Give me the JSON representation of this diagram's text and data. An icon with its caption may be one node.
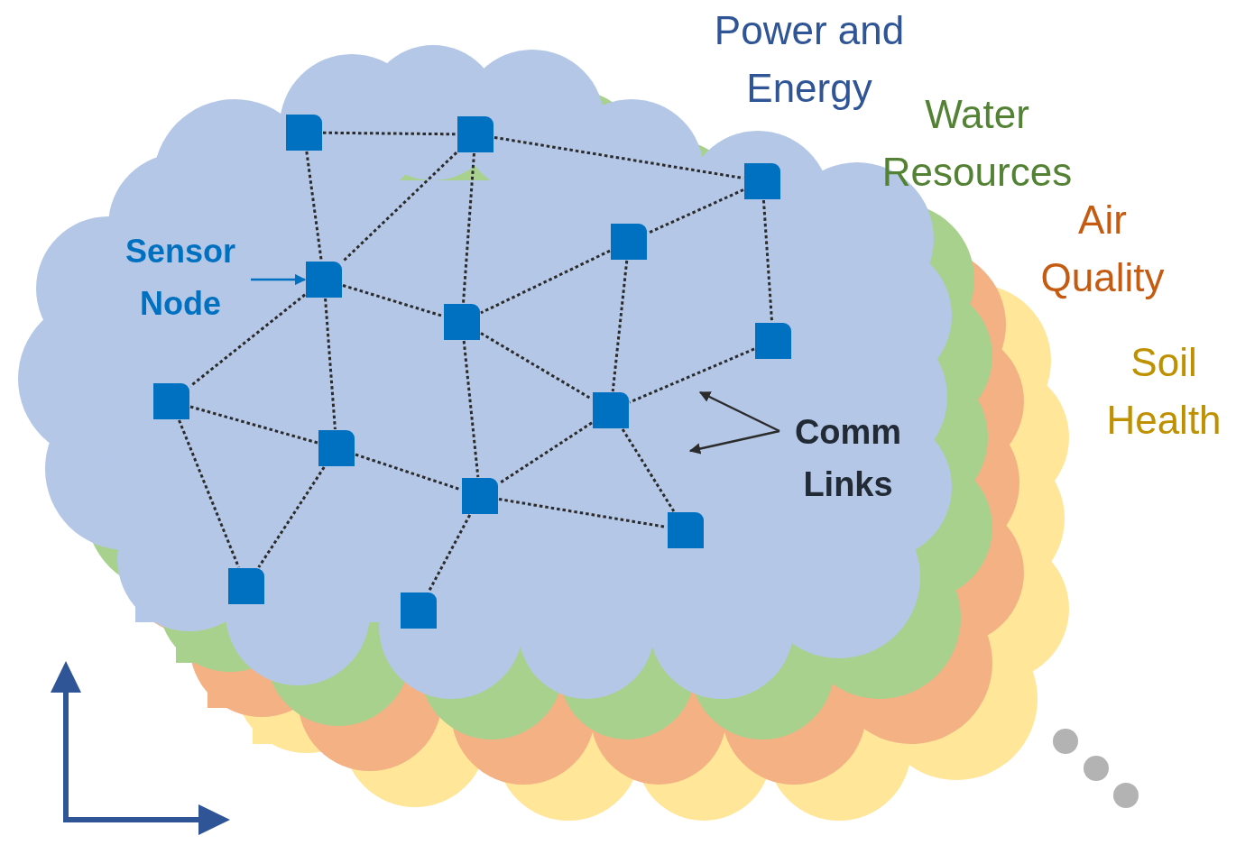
{
  "diagram": {
    "nodes": [
      {
        "text": [],
        "shape": "box"
      },
      {
        "text": [],
        "shape": "box"
      },
      {
        "text": [],
        "shape": "box"
      },
      {
        "text": [],
        "shape": "box"
      },
      {
        "text": [],
        "shape": "box"
      },
      {
        "text": [],
        "shape": "box"
      },
      {
        "text": [],
        "shape": "box"
      },
      {
        "text": [],
        "shape": "box"
      },
      {
        "text": [],
        "shape": "box"
      },
      {
        "text": [],
        "shape": "box"
      },
      {
        "text": [],
        "shape": "box"
      },
      {
        "text": [],
        "shape": "box"
      },
      {
        "text": [],
        "shape": "box"
      },
      {
        "text": [],
        "shape": "box"
      },
      {
        "text": [
          "Sensor Node"
        ]
      },
      {
        "text": [
          "Comm Links"
        ]
      }
    ],
    "edges": [
      {
        "from": 0,
        "to": 1,
        "arrow": "none",
        "style": "dashed"
      },
      {
        "from": 0,
        "to": 4,
        "arrow": "none",
        "style": "dashed"
      },
      {
        "from": 1,
        "to": 2,
        "arrow": "none",
        "style": "dashed"
      },
      {
        "from": 1,
        "to": 4,
        "arrow": "none",
        "style": "dashed"
      },
      {
        "from": 1,
        "to": 5,
        "arrow": "none",
        "style": "dashed"
      },
      {
        "from": 2,
        "to": 3,
        "arrow": "none",
        "style": "dashed"
      },
      {
        "from": 2,
        "to": 6,
        "arrow": "none",
        "style": "dashed"
      },
      {
        "from": 3,
        "to": 5,
        "arrow": "none",
        "style": "dashed"
      },
      {
        "from": 3,
        "to": 8,
        "arrow": "none",
        "style": "dashed"
      },
      {
        "from": 4,
        "to": 5,
        "arrow": "none",
        "style": "dashed"
      },
      {
        "from": 4,
        "to": 7,
        "arrow": "none",
        "style": "dashed"
      },
      {
        "from": 4,
        "to": 9,
        "arrow": "none",
        "style": "dashed"
      },
      {
        "from": 5,
        "to": 8,
        "arrow": "none",
        "style": "dashed"
      },
      {
        "from": 5,
        "to": 10,
        "arrow": "none",
        "style": "dashed"
      },
      {
        "from": 6,
        "to": 8,
        "arrow": "none",
        "style": "dashed"
      },
      {
        "from": 7,
        "to": 9,
        "arrow": "none",
        "style": "dashed"
      },
      {
        "from": 7,
        "to": 12,
        "arrow": "none",
        "style": "dashed"
      },
      {
        "from": 8,
        "to": 10,
        "arrow": "none",
        "style": "dashed"
      },
      {
        "from": 8,
        "to": 11,
        "arrow": "none",
        "style": "dashed"
      },
      {
        "from": 9,
        "to": 10,
        "arrow": "none",
        "style": "dashed"
      },
      {
        "from": 9,
        "to": 12,
        "arrow": "none",
        "style": "dashed"
      },
      {
        "from": 10,
        "to": 11,
        "arrow": "none",
        "style": "dashed"
      },
      {
        "from": 10,
        "to": 13,
        "arrow": "none",
        "style": "dashed"
      },
      {
        "from": 14,
        "to": 4,
        "arrow": "to",
        "color": "#0070c0"
      },
      {
        "from": 15,
        "to": null,
        "arrow": "to"
      },
      {
        "from": 15,
        "to": null,
        "arrow": "to"
      }
    ],
    "labels": [
      "Power and Energy",
      "Water Resources",
      "Air Quality",
      "Soil Health"
    ]
  }
}
